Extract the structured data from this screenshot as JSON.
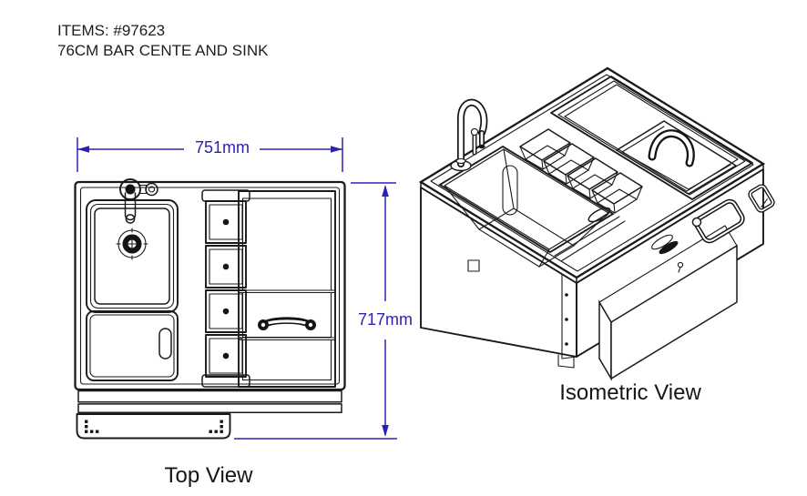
{
  "header": {
    "items_line": "ITEMS: #97623",
    "product_line": "76CM BAR CENTE AND SINK",
    "item_number": "#97623"
  },
  "top_view": {
    "label": "Top View",
    "dimension_width": {
      "text": "751mm",
      "value": 751,
      "unit": "mm"
    },
    "dimension_height": {
      "text": "717mm",
      "value": 717,
      "unit": "mm"
    }
  },
  "isometric_view": {
    "label": "Isometric View"
  },
  "colors": {
    "dimension_blue": "#2b22b5",
    "line_black": "#1a1a1a",
    "background": "#ffffff"
  }
}
